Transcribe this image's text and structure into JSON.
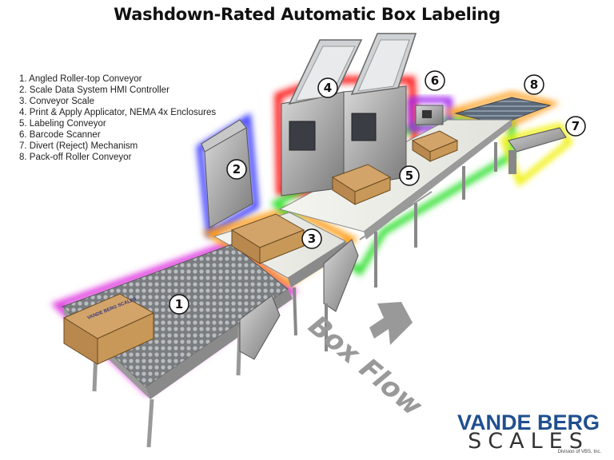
{
  "title": "Washdown-Rated Automatic Box Labeling",
  "legend": [
    "1. Angled Roller-top Conveyor",
    "2. Scale Data System HMI Controller",
    "3. Conveyor Scale",
    "4. Print & Apply Applicator, NEMA 4x Enclosures",
    "5. Labeling Conveyor",
    "6. Barcode Scanner",
    "7. Divert (Reject) Mechanism",
    "8. Pack-off Roller Conveyor"
  ],
  "callouts": [
    "1",
    "2",
    "3",
    "4",
    "5",
    "6",
    "7",
    "8"
  ],
  "flow_label": "Box Flow",
  "box_print": "VANDE BERG SCALES",
  "logo": {
    "line1": "VANDE BERG",
    "line2": "SCALES",
    "sub": "Division of VBS, Inc."
  },
  "colors": {
    "zone1": "#e040e0",
    "zone2": "#4040ff",
    "zone3": "#ff9a10",
    "zone4": "#ff2020",
    "zone5": "#30e030",
    "zone6": "#a020f0",
    "zone8": "#ffa020",
    "zone7": "#f0f000",
    "logo_blue": "#1f4f8f",
    "flow_arrow": "#999999"
  }
}
